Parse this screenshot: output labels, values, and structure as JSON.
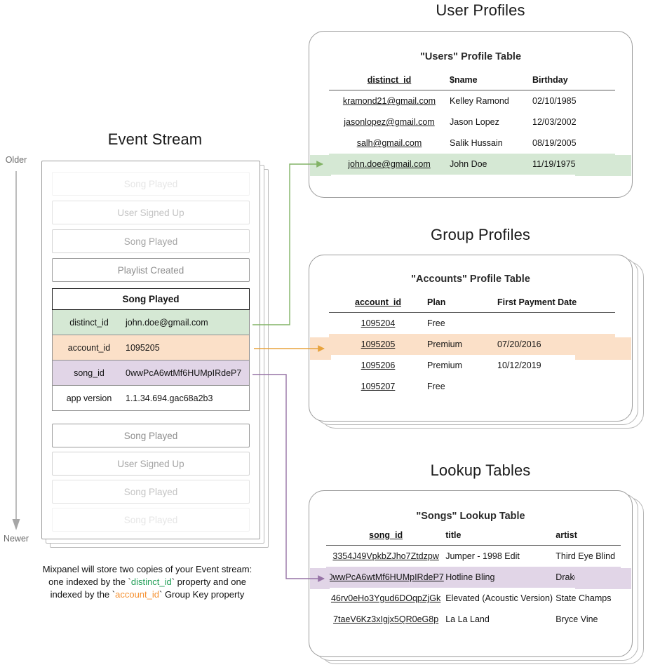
{
  "sections": {
    "event_stream_title": "Event Stream",
    "user_profiles_title": "User Profiles",
    "group_profiles_title": "Group Profiles",
    "lookup_tables_title": "Lookup Tables"
  },
  "timeline": {
    "older_label": "Older",
    "newer_label": "Newer"
  },
  "event_stream": {
    "cards_above": [
      {
        "label": "Song Played"
      },
      {
        "label": "User Signed Up"
      },
      {
        "label": "Song Played"
      },
      {
        "label": "Playlist Created"
      }
    ],
    "expanded_event": {
      "title": "Song Played",
      "properties": [
        {
          "key": "distinct_id",
          "value": "john.doe@gmail.com",
          "highlight": "green"
        },
        {
          "key": "account_id",
          "value": "1095205",
          "highlight": "orange"
        },
        {
          "key": "song_id",
          "value": "0wwPcA6wtMf6HUMpIRdeP7",
          "highlight": "purple"
        },
        {
          "key": "app version",
          "value": "1.1.34.694.gac68a2b3",
          "highlight": "plain"
        }
      ]
    },
    "cards_below": [
      {
        "label": "Song Played"
      },
      {
        "label": "User Signed Up"
      },
      {
        "label": "Song Played"
      },
      {
        "label": "Song Played"
      }
    ],
    "caption": {
      "line1": "Mixpanel will store two copies of your Event stream:",
      "line2_a": "one indexed by the `",
      "line2_token": "distinct_id",
      "line2_b": "` property and one",
      "line3_a": "indexed by the `",
      "line3_token": "account_id",
      "line3_b": "` Group Key property"
    }
  },
  "users_table": {
    "title": "\"Users\" Profile Table",
    "columns": [
      "distinct_id",
      "$name",
      "Birthday"
    ],
    "rows": [
      {
        "cells": [
          "kramond21@gmail.com",
          "Kelley Ramond",
          "02/10/1985"
        ],
        "highlight": ""
      },
      {
        "cells": [
          "jasonlopez@gmail.com",
          "Jason Lopez",
          "12/03/2002"
        ],
        "highlight": ""
      },
      {
        "cells": [
          "salh@gmail.com",
          "Salik Hussain",
          "08/19/2005"
        ],
        "highlight": ""
      },
      {
        "cells": [
          "john.doe@gmail.com",
          "John Doe",
          "11/19/1975"
        ],
        "highlight": "green"
      }
    ]
  },
  "accounts_table": {
    "title": "\"Accounts\" Profile Table",
    "columns": [
      "account_id",
      "Plan",
      "First Payment Date"
    ],
    "rows": [
      {
        "cells": [
          "1095204",
          "Free",
          ""
        ],
        "highlight": ""
      },
      {
        "cells": [
          "1095205",
          "Premium",
          "07/20/2016"
        ],
        "highlight": "orange"
      },
      {
        "cells": [
          "1095206",
          "Premium",
          "10/12/2019"
        ],
        "highlight": ""
      },
      {
        "cells": [
          "1095207",
          "Free",
          ""
        ],
        "highlight": ""
      }
    ]
  },
  "songs_table": {
    "title": "\"Songs\" Lookup Table",
    "columns": [
      "song_id",
      "title",
      "artist"
    ],
    "rows": [
      {
        "cells": [
          "3354J49VpkbZJho7Ztdzpw",
          "Jumper - 1998 Edit",
          "Third Eye Blind"
        ],
        "highlight": ""
      },
      {
        "cells": [
          "0wwPcA6wtMf6HUMpIRdeP7",
          "Hotline Bling",
          "Drake"
        ],
        "highlight": "purple"
      },
      {
        "cells": [
          "46rv0eHo3Ygud6DOqpZjGk",
          "Elevated (Acoustic Version)",
          "State Champs"
        ],
        "highlight": ""
      },
      {
        "cells": [
          "7taeV6Kz3xIgjx5QR0eG8p",
          "La La Land",
          "Bryce Vine"
        ],
        "highlight": ""
      }
    ]
  },
  "colors": {
    "green": "#d5e8d4",
    "orange": "#fbe0c8",
    "purple": "#e1d5e7",
    "green_line": "#82b366",
    "orange_line": "#e8a33d",
    "purple_line": "#9673a6",
    "panel_border": "#9b9b9b",
    "timeline": "#a6a6a6"
  }
}
